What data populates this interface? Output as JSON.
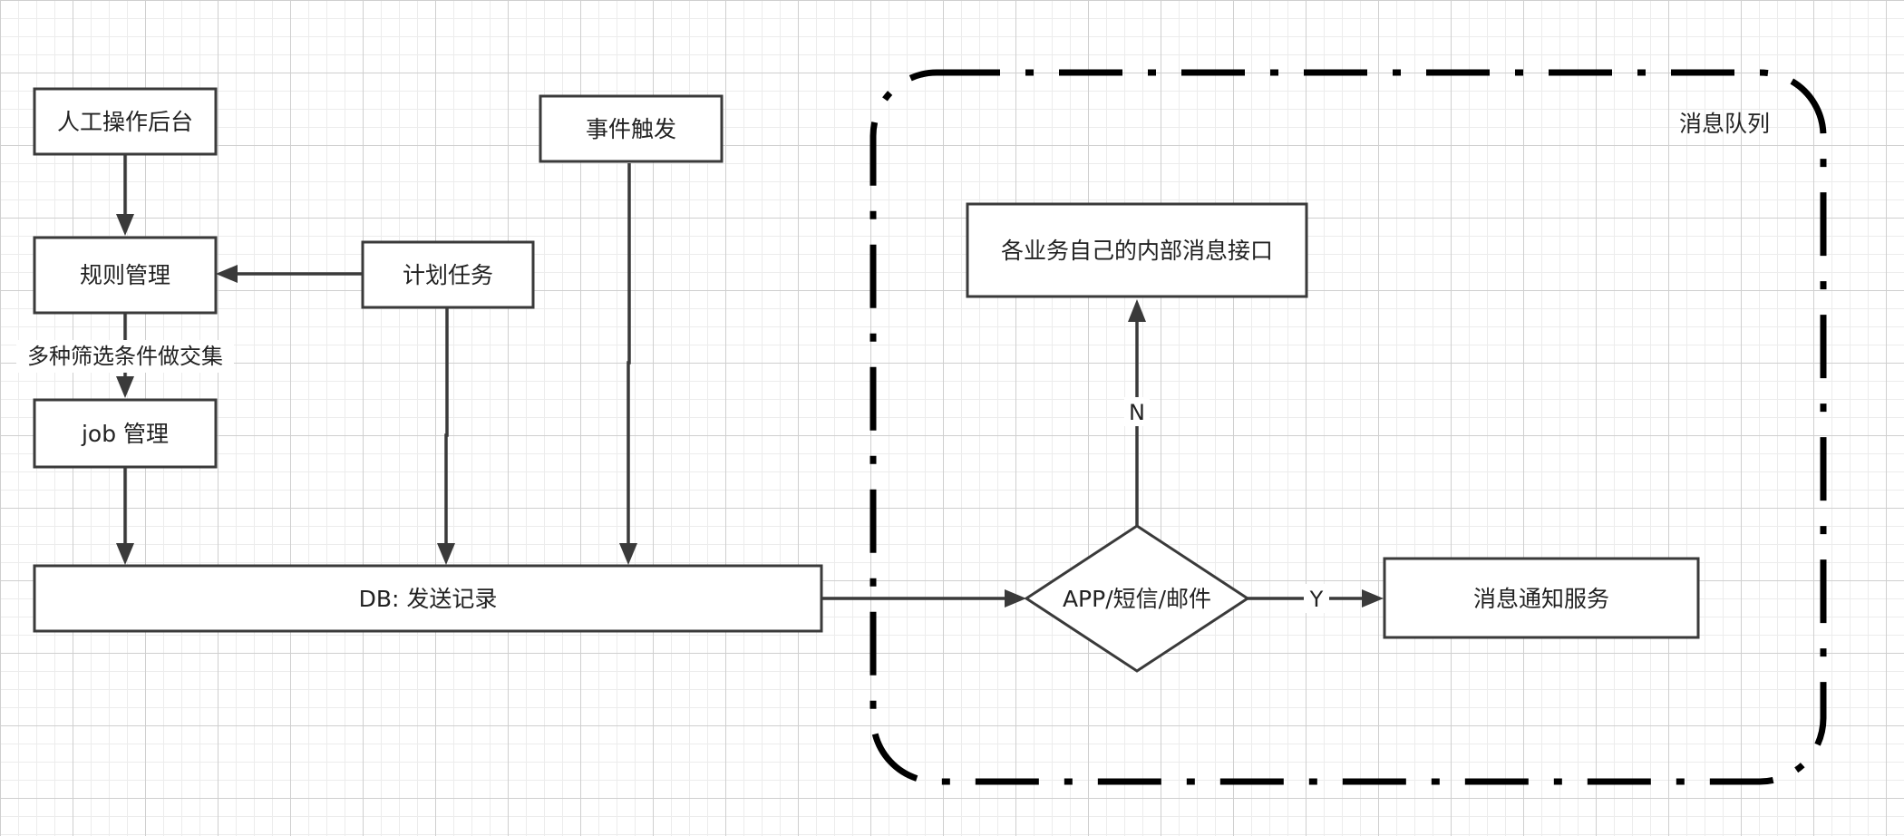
{
  "colors": {
    "line": "#3a3a3a",
    "container_border": "#000000",
    "text": "#222222"
  },
  "diagram": {
    "container": {
      "label": "消息队列"
    },
    "nodes": {
      "manual_backend": {
        "label": "人工操作后台"
      },
      "rule_mgmt": {
        "label": "规则管理"
      },
      "scheduled_task": {
        "label": "计划任务"
      },
      "event_trigger": {
        "label": "事件触发"
      },
      "job_mgmt": {
        "label": "job 管理"
      },
      "db_send_record": {
        "label": "DB: 发送记录"
      },
      "channel_decision": {
        "label": "APP/短信/邮件"
      },
      "internal_msg_api": {
        "label": "各业务自己的内部消息接口"
      },
      "notify_service": {
        "label": "消息通知服务"
      }
    },
    "edges": {
      "manual_to_rule": {
        "label": ""
      },
      "task_to_rule": {
        "label": ""
      },
      "rule_to_job": {
        "label": "多种筛选条件做交集"
      },
      "job_to_db": {
        "label": ""
      },
      "task_to_db": {
        "label": ""
      },
      "event_to_db": {
        "label": ""
      },
      "db_to_decision": {
        "label": ""
      },
      "decision_to_internal": {
        "label": "N"
      },
      "decision_to_notify": {
        "label": "Y"
      }
    }
  }
}
